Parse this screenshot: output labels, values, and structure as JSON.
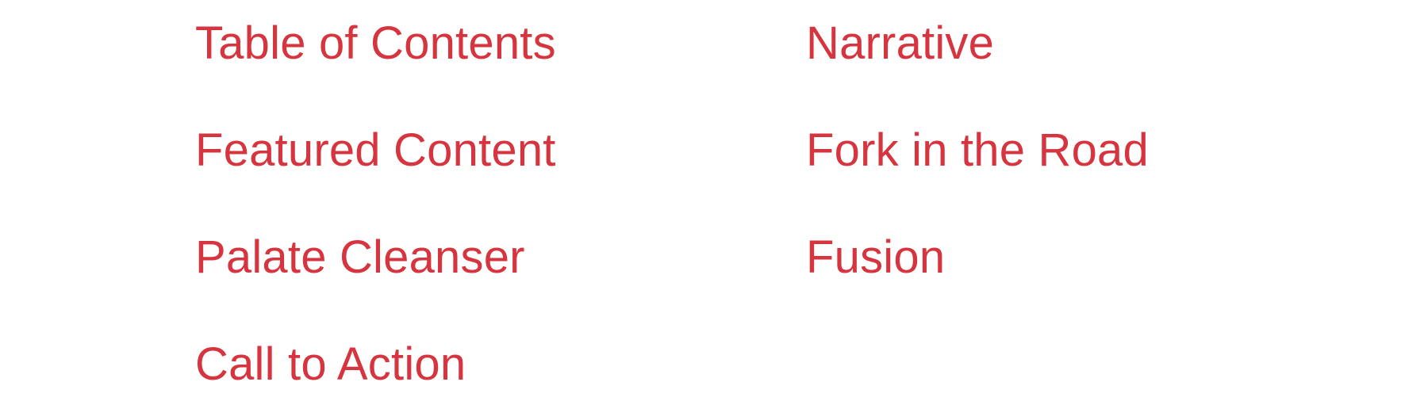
{
  "accent_color": "#d6343e",
  "links": {
    "left": [
      "Table of Contents",
      "Featured Content",
      "Palate Cleanser",
      "Call to Action"
    ],
    "right": [
      "Narrative",
      "Fork in the Road",
      "Fusion"
    ]
  }
}
